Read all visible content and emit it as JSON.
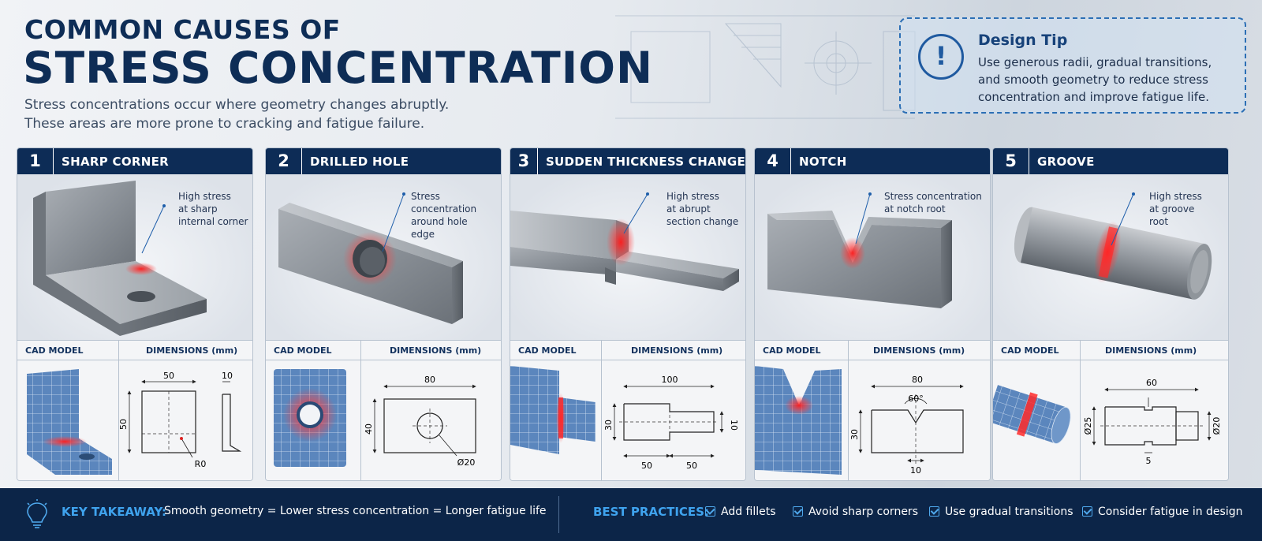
{
  "header": {
    "title_line1": "COMMON CAUSES OF",
    "title_line2": "STRESS CONCENTRATION",
    "subtitle_line1": "Stress concentrations occur where geometry changes abruptly.",
    "subtitle_line2": "These areas are more prone to cracking and fatigue failure."
  },
  "design_tip": {
    "icon": "exclamation-icon",
    "title": "Design Tip",
    "text_line1": "Use generous radii, gradual transitions,",
    "text_line2": "and smooth geometry to reduce stress",
    "text_line3": "concentration and improve fatigue life."
  },
  "section_labels": {
    "cad_model": "CAD MODEL",
    "dimensions": "DIMENSIONS (mm)"
  },
  "cards": [
    {
      "number": "1",
      "title": "SHARP CORNER",
      "callout": [
        "High stress",
        "at sharp",
        "internal corner"
      ],
      "dims": {
        "width": "50",
        "height": "50",
        "thickness": "10",
        "radius": "R0"
      }
    },
    {
      "number": "2",
      "title": "DRILLED HOLE",
      "callout": [
        "Stress concentration",
        "around hole",
        "edge"
      ],
      "dims": {
        "length": "80",
        "height": "40",
        "hole": "Ø20"
      }
    },
    {
      "number": "3",
      "title": "SUDDEN THICKNESS CHANGE",
      "callout": [
        "High stress",
        "at abrupt",
        "section change"
      ],
      "dims": {
        "length": "100",
        "height_large": "30",
        "height_small": "10",
        "seg1": "50",
        "seg2": "50"
      }
    },
    {
      "number": "4",
      "title": "NOTCH",
      "callout": [
        "Stress concentration",
        "at notch root"
      ],
      "dims": {
        "length": "80",
        "angle": "60°",
        "height": "30",
        "notch_width": "10"
      }
    },
    {
      "number": "5",
      "title": "GROOVE",
      "callout": [
        "High stress",
        "at groove",
        "root"
      ],
      "dims": {
        "length": "60",
        "dia_large": "Ø25",
        "dia_small": "Ø20",
        "groove_width": "5"
      }
    }
  ],
  "footer": {
    "key_takeaway_label": "KEY TAKEAWAY:",
    "key_takeaway_text": "Smooth geometry = Lower stress concentration = Longer fatigue life",
    "best_practices_label": "BEST PRACTICES:",
    "best_practices": [
      "Add fillets",
      "Avoid sharp corners",
      "Use gradual transitions",
      "Consider fatigue in design"
    ]
  },
  "colors": {
    "navy": "#0d2c56",
    "accent_blue": "#3fa3ee",
    "stress_red": "#ff2a2a",
    "mesh_blue": "#5b86bd"
  }
}
